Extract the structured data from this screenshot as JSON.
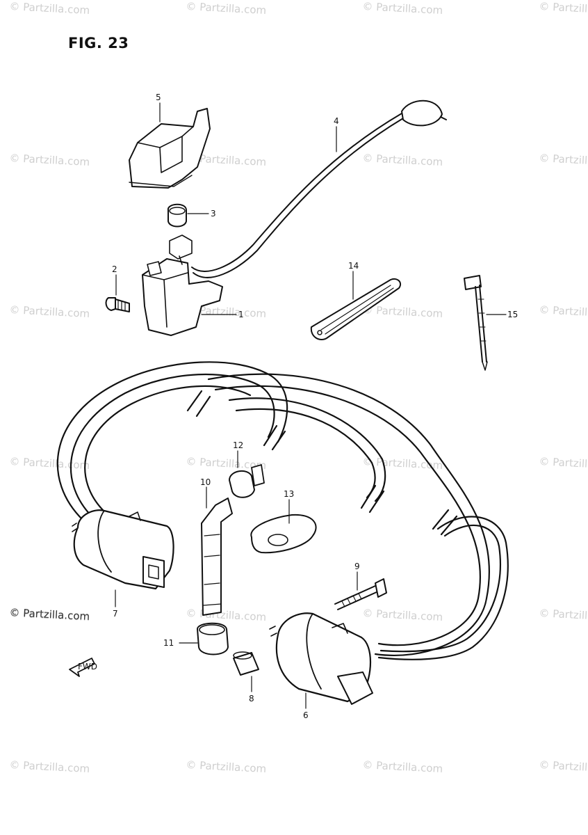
{
  "figure": {
    "title": "FIG. 23"
  },
  "copyright": "© Partzilla.com",
  "watermark": "© Partzilla.com",
  "direction_arrow": {
    "label": "FWD"
  },
  "callouts": {
    "c1": "1",
    "c2": "2",
    "c3": "3",
    "c4": "4",
    "c5": "5",
    "c6": "6",
    "c7": "7",
    "c8": "8",
    "c9": "9",
    "c10": "10",
    "c11": "11",
    "c12": "12",
    "c13": "13",
    "c14": "14",
    "c15": "15"
  },
  "colors": {
    "ink": "#111111",
    "watermark": "#cfcfcf",
    "background": "#ffffff"
  }
}
